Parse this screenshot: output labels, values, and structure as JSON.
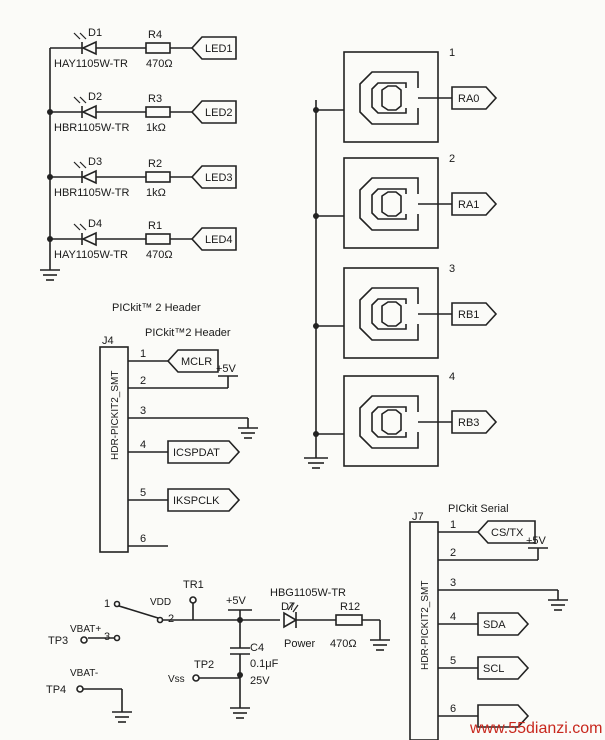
{
  "leds": [
    {
      "diode": "D1",
      "part": "HAY1105W-TR",
      "resistor": "R4",
      "value": "470Ω",
      "net": "LED1"
    },
    {
      "diode": "D2",
      "part": "HBR1105W-TR",
      "resistor": "R3",
      "value": "1kΩ",
      "net": "LED2"
    },
    {
      "diode": "D3",
      "part": "HBR1105W-TR",
      "resistor": "R2",
      "value": "1kΩ",
      "net": "LED3"
    },
    {
      "diode": "D4",
      "part": "HAY1105W-TR",
      "resistor": "R1",
      "value": "470Ω",
      "net": "LED4"
    }
  ],
  "pads": [
    {
      "number": "1",
      "net": "RA0"
    },
    {
      "number": "2",
      "net": "RA1"
    },
    {
      "number": "3",
      "net": "RB1"
    },
    {
      "number": "4",
      "net": "RB3"
    }
  ],
  "pickit_header": {
    "title1": "PICkit™ 2 Header",
    "title2": "PICkit™2 Header",
    "ref": "J4",
    "part": "HDR-PICKIT2_SMT",
    "pins": [
      {
        "num": "1",
        "net": "MCLR"
      },
      {
        "num": "2",
        "net": "+5V"
      },
      {
        "num": "3",
        "net": ""
      },
      {
        "num": "4",
        "net": "ICSPDAT"
      },
      {
        "num": "5",
        "net": "IKSPCLK"
      },
      {
        "num": "6",
        "net": ""
      }
    ]
  },
  "serial": {
    "title": "PICkit Serial",
    "ref": "J7",
    "part": "HDR-PICKIT2_SMT",
    "pins": [
      {
        "num": "1",
        "net": "CS/TX"
      },
      {
        "num": "2",
        "net": "+5V"
      },
      {
        "num": "3",
        "net": ""
      },
      {
        "num": "4",
        "net": "SDA"
      },
      {
        "num": "5",
        "net": "SCL"
      },
      {
        "num": "6",
        "net": ""
      }
    ]
  },
  "power": {
    "switch_pins": [
      "1",
      "2",
      "3"
    ],
    "vdd": "VDD",
    "tr1": "TR1",
    "vbat_plus": "VBAT+",
    "tp3": "TP3",
    "vbat_minus": "VBAT-",
    "tp4": "TP4",
    "tp2": "TP2",
    "vss": "Vss",
    "plus5": "+5V",
    "cap_ref": "C4",
    "cap_val": "0.1μF",
    "cap_volt": "25V",
    "led_part": "HBG1105W-TR",
    "led_ref": "D7",
    "led_name": "Power",
    "res_ref": "R12",
    "res_val": "470Ω"
  },
  "watermark": "www.55dianzi.com"
}
